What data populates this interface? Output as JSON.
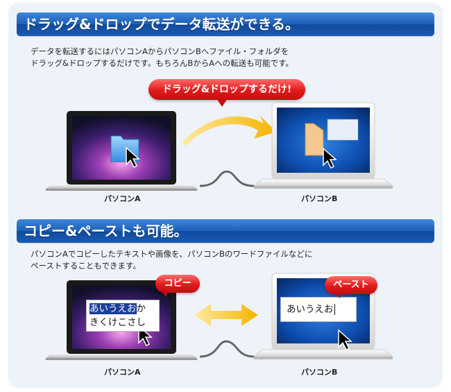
{
  "section1": {
    "title": "ドラッグ&ドロップでデータ転送ができる。",
    "desc_line1": "データを転送するにはパソコンAからパソコンBへファイル・フォルダを",
    "desc_line2": "ドラッグ&ドロップするだけです。もちろんBからAへの転送も可能です。",
    "bubble": "ドラッグ&ドロップするだけ!",
    "label_a": "パソコンA",
    "label_b": "パソコンB"
  },
  "section2": {
    "title": "コピー&ペーストも可能。",
    "desc_line1": "パソコンAでコピーしたテキストや画像を、パソコンBのワードファイルなどに",
    "desc_line2": "ペーストすることもできます。",
    "bubble_copy": "コピー",
    "bubble_paste": "ペースト",
    "text_a_selected": "あいうえお",
    "text_a_rest": "か",
    "text_a_line2": "きくけこさし",
    "text_b": "あいうえお",
    "label_a": "パソコンA",
    "label_b": "パソコンB"
  },
  "colors": {
    "banner": "#1c5fb8",
    "bubble": "#e01a1a",
    "arrow": "#f5b400",
    "panel": "#eef3fa"
  },
  "icons": [
    "folder-icon",
    "cursor-arrow-icon",
    "double-arrow-icon",
    "cable-icon"
  ]
}
